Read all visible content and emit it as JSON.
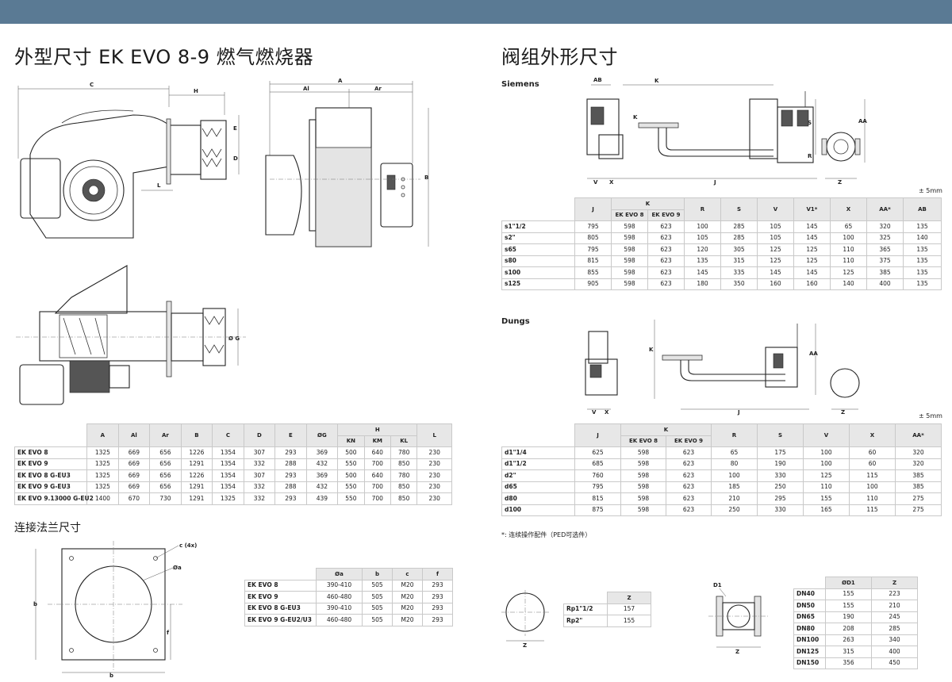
{
  "left_title": "外型尺寸  EK EVO 8-9 燃气燃烧器",
  "right_title": "阀组外形尺寸",
  "flange_title": "连接法兰尺寸",
  "dim_labels": {
    "C": "C",
    "H": "H",
    "E": "E",
    "D": "D",
    "L": "L",
    "A": "A",
    "Al": "Al",
    "Ar": "Ar",
    "B": "B",
    "OG": "Ø G",
    "c4x": "c (4x)",
    "Oa": "Øa",
    "b": "b",
    "f": "f",
    "AB": "AB",
    "K": "K",
    "S": "S",
    "AA": "AA",
    "R": "R",
    "V": "V",
    "X": "X",
    "J": "J",
    "Z": "Z",
    "D1": "D1"
  },
  "burner_table": {
    "headers": [
      "A",
      "Al",
      "Ar",
      "B",
      "C",
      "D",
      "E",
      "ØG",
      "H",
      "L"
    ],
    "h_sub": [
      "KN",
      "KM",
      "KL"
    ],
    "rows": [
      {
        "label": "EK EVO 8",
        "vals": [
          "1325",
          "669",
          "656",
          "1226",
          "1354",
          "307",
          "293",
          "369",
          "500",
          "640",
          "780",
          "230"
        ]
      },
      {
        "label": "EK EVO 9",
        "vals": [
          "1325",
          "669",
          "656",
          "1291",
          "1354",
          "332",
          "288",
          "432",
          "550",
          "700",
          "850",
          "230"
        ]
      },
      {
        "label": "EK EVO 8 G-EU3",
        "vals": [
          "1325",
          "669",
          "656",
          "1226",
          "1354",
          "307",
          "293",
          "369",
          "500",
          "640",
          "780",
          "230"
        ]
      },
      {
        "label": "EK EVO 9 G-EU3",
        "vals": [
          "1325",
          "669",
          "656",
          "1291",
          "1354",
          "332",
          "288",
          "432",
          "550",
          "700",
          "850",
          "230"
        ]
      },
      {
        "label": "EK EVO 9.13000 G-EU2",
        "vals": [
          "1400",
          "670",
          "730",
          "1291",
          "1325",
          "332",
          "293",
          "439",
          "550",
          "700",
          "850",
          "230"
        ]
      }
    ]
  },
  "flange_table": {
    "headers": [
      "Øa",
      "b",
      "c",
      "f"
    ],
    "rows": [
      {
        "label": "EK EVO 8",
        "vals": [
          "390-410",
          "505",
          "M20",
          "293"
        ]
      },
      {
        "label": "EK EVO 9",
        "vals": [
          "460-480",
          "505",
          "M20",
          "293"
        ]
      },
      {
        "label": "EK EVO 8 G-EU3",
        "vals": [
          "390-410",
          "505",
          "M20",
          "293"
        ]
      },
      {
        "label": "EK EVO 9 G-EU2/U3",
        "vals": [
          "460-480",
          "505",
          "M20",
          "293"
        ]
      }
    ]
  },
  "siemens": {
    "title": "Siemens",
    "tolerance": "± 5mm",
    "headers": [
      "J",
      "K",
      "R",
      "S",
      "V",
      "V1*",
      "X",
      "AA*",
      "AB"
    ],
    "k_sub": [
      "EK EVO 8",
      "EK EVO 9"
    ],
    "rows": [
      {
        "label": "s1\"1/2",
        "vals": [
          "795",
          "598",
          "623",
          "100",
          "285",
          "105",
          "145",
          "65",
          "320",
          "135"
        ]
      },
      {
        "label": "s2\"",
        "vals": [
          "805",
          "598",
          "623",
          "105",
          "285",
          "105",
          "145",
          "100",
          "325",
          "140"
        ]
      },
      {
        "label": "s65",
        "vals": [
          "795",
          "598",
          "623",
          "120",
          "305",
          "125",
          "125",
          "110",
          "365",
          "135"
        ]
      },
      {
        "label": "s80",
        "vals": [
          "815",
          "598",
          "623",
          "135",
          "315",
          "125",
          "125",
          "110",
          "375",
          "135"
        ]
      },
      {
        "label": "s100",
        "vals": [
          "855",
          "598",
          "623",
          "145",
          "335",
          "145",
          "145",
          "125",
          "385",
          "135"
        ]
      },
      {
        "label": "s125",
        "vals": [
          "905",
          "598",
          "623",
          "180",
          "350",
          "160",
          "160",
          "140",
          "400",
          "135"
        ]
      }
    ]
  },
  "dungs": {
    "title": "Dungs",
    "tolerance": "± 5mm",
    "headers": [
      "J",
      "K",
      "R",
      "S",
      "V",
      "X",
      "AA*"
    ],
    "k_sub": [
      "EK EVO 8",
      "EK EVO 9"
    ],
    "rows": [
      {
        "label": "d1\"1/4",
        "vals": [
          "625",
          "598",
          "623",
          "65",
          "175",
          "100",
          "60",
          "320"
        ]
      },
      {
        "label": "d1\"1/2",
        "vals": [
          "685",
          "598",
          "623",
          "80",
          "190",
          "100",
          "60",
          "320"
        ]
      },
      {
        "label": "d2\"",
        "vals": [
          "760",
          "598",
          "623",
          "100",
          "330",
          "125",
          "115",
          "385"
        ]
      },
      {
        "label": "d65",
        "vals": [
          "795",
          "598",
          "623",
          "185",
          "250",
          "110",
          "100",
          "385"
        ]
      },
      {
        "label": "d80",
        "vals": [
          "815",
          "598",
          "623",
          "210",
          "295",
          "155",
          "110",
          "275"
        ]
      },
      {
        "label": "d100",
        "vals": [
          "875",
          "598",
          "623",
          "250",
          "330",
          "165",
          "115",
          "275"
        ]
      }
    ]
  },
  "footnote": "*: 连续操作配件（PED可选件）",
  "rp_table": {
    "header": "Z",
    "rows": [
      {
        "label": "Rp1\"1/2",
        "val": "157"
      },
      {
        "label": "Rp2\"",
        "val": "155"
      }
    ]
  },
  "dn_table": {
    "headers": [
      "ØD1",
      "Z"
    ],
    "rows": [
      {
        "label": "DN40",
        "vals": [
          "155",
          "223"
        ]
      },
      {
        "label": "DN50",
        "vals": [
          "155",
          "210"
        ]
      },
      {
        "label": "DN65",
        "vals": [
          "190",
          "245"
        ]
      },
      {
        "label": "DN80",
        "vals": [
          "208",
          "285"
        ]
      },
      {
        "label": "DN100",
        "vals": [
          "263",
          "340"
        ]
      },
      {
        "label": "DN125",
        "vals": [
          "315",
          "400"
        ]
      },
      {
        "label": "DN150",
        "vals": [
          "356",
          "450"
        ]
      }
    ]
  }
}
